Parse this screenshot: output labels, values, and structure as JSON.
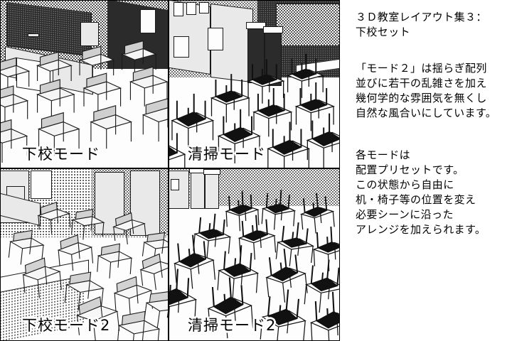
{
  "document": {
    "kind": "3d-classroom-layout-sheet",
    "panel_count": 4
  },
  "panels": [
    {
      "id": "tl",
      "caption": "下校モード",
      "mode": "leaving-school",
      "variant": 1,
      "furniture": "desks-with-chairs-upright",
      "position": "top-left"
    },
    {
      "id": "tr",
      "caption": "清掃モード",
      "mode": "cleaning",
      "variant": 1,
      "furniture": "desks-with-chairs-stacked-upside-down",
      "position": "top-right"
    },
    {
      "id": "bl",
      "caption": "下校モード2",
      "mode": "leaving-school",
      "variant": 2,
      "furniture": "desks-with-chairs-upright-jittered",
      "position": "bottom-left"
    },
    {
      "id": "br",
      "caption": "清掃モード2",
      "mode": "cleaning",
      "variant": 2,
      "furniture": "desks-with-chairs-stacked-upside-down-jittered",
      "position": "bottom-right"
    }
  ],
  "sidebar": {
    "title": "３Ｄ教室レイアウト集３：\n下校セット",
    "paragraph1": "「モード２」は揺らぎ配列\n並びに若干の乱雑さを加え\n幾何学的な雰囲気を無くし\n自然な風合いにしています。",
    "paragraph2": "各モードは\n配置プリセットです。\nこの状態から自由に\n机・椅子等の位置を変え\n必要シーンに沿った\nアレンジを加えられます。"
  },
  "colors": {
    "ink": "#000000",
    "paper": "#ffffff",
    "tone_dark": "#2b2b2b",
    "tone_mid": "#8d8d8d",
    "tone_light": "#e9e9e9"
  }
}
